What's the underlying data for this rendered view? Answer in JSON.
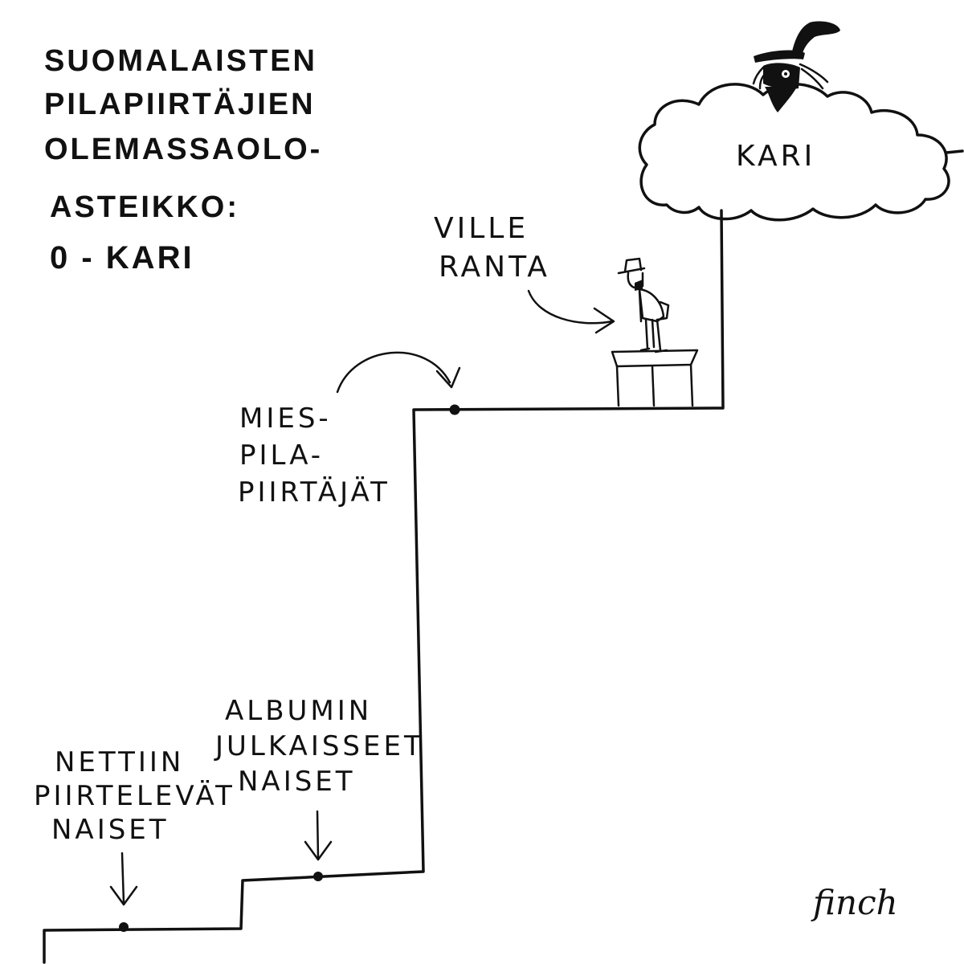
{
  "title": {
    "lines": [
      "SUOMALAISTEN",
      "PILAPIIRTÄJIEN",
      "OLEMASSAOLO-",
      "ASTEIKKO:",
      "0 - KARI"
    ]
  },
  "levels": {
    "nettiin": {
      "lines": [
        "NETTIIN",
        "PIIRTELEVÄT",
        "NAISET"
      ]
    },
    "albumin": {
      "lines": [
        "ALBUMIN",
        "JULKAISSEET",
        "NAISET"
      ]
    },
    "miespila": {
      "lines": [
        "MIES-",
        "PILA-",
        "PIIRTÄJÄT"
      ]
    },
    "ville": {
      "lines": [
        "VILLE",
        "RANTA"
      ]
    },
    "kari": {
      "label": "KARI"
    }
  },
  "signature": "finch",
  "colors": {
    "ink": "#111111",
    "paper": "#ffffff"
  }
}
